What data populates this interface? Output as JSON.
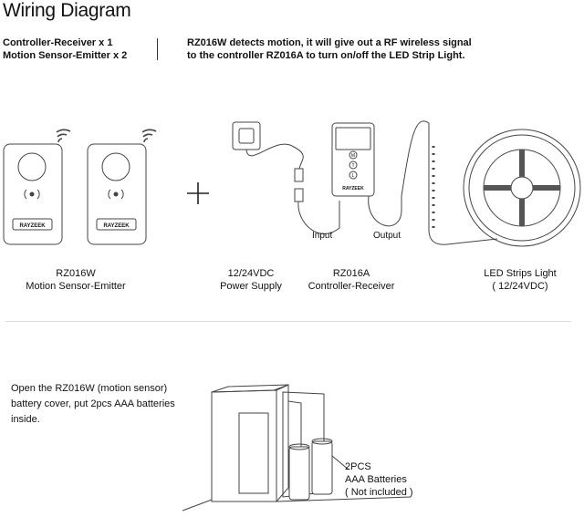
{
  "title": "Wiring Diagram",
  "header": {
    "left_lines": [
      "Controller-Receiver x 1",
      "Motion Sensor-Emitter x 2"
    ],
    "right_lines": [
      "RZ016W detects motion, it will give out a RF wireless signal",
      "to the controller RZ016A to turn on/off the LED Strip Light."
    ]
  },
  "diagram": {
    "sensor_brand": "RAYZEEK",
    "controller_brand": "RAYZEEK",
    "controller_buttons": [
      "M",
      "T",
      "L"
    ],
    "plus_symbol": "+",
    "input_label": "Input",
    "output_label": "Output"
  },
  "captions": {
    "sensor": [
      "RZ016W",
      "Motion Sensor-Emitter"
    ],
    "power": [
      "12/24VDC",
      "Power Supply"
    ],
    "controller": [
      "RZ016A",
      "Controller-Receiver"
    ],
    "strip": [
      "LED Strips Light",
      "( 12/24VDC)"
    ]
  },
  "battery": {
    "instruction_lines": [
      "Open the RZ016W (motion sensor)",
      "battery cover, put 2pcs AAA batteries",
      "inside."
    ],
    "label_lines": [
      "2PCS",
      "AAA Batteries",
      "( Not included )"
    ]
  }
}
